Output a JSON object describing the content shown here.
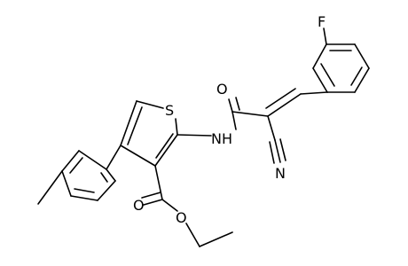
{
  "molecule": {
    "atoms": {
      "sulfur": "S",
      "amide_nitrogen": "NH",
      "amide_oxygen": "O",
      "nitrile_nitrogen": "N",
      "fluorine": "F",
      "ester_carbonyl_oxygen": "O",
      "ester_ether_oxygen": "O"
    }
  },
  "colors": {
    "bond": "#000000",
    "sulfur": "#000000",
    "nitrogen": "#000000",
    "oxygen": "#000000",
    "fluorine": "#000000"
  }
}
